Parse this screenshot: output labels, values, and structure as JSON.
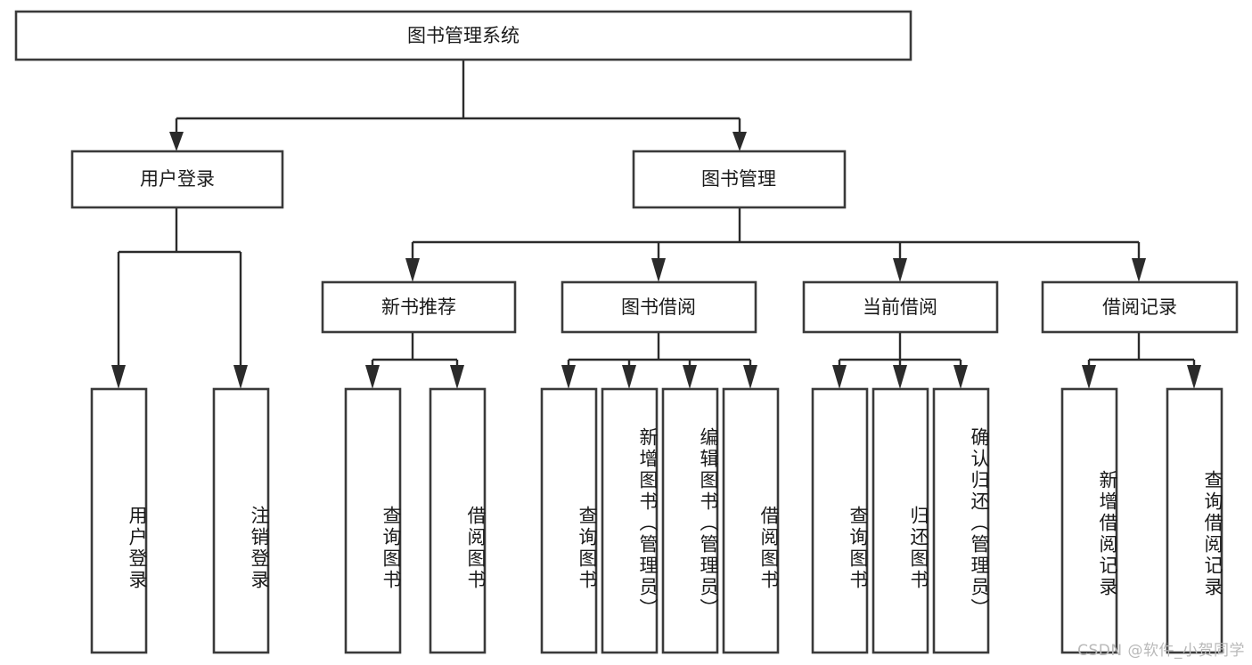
{
  "diagram": {
    "title": "图书管理系统",
    "watermark": "CSDN @软件_小贺同学",
    "type": "tree-hierarchy-diagram",
    "root": {
      "label": "图书管理系统",
      "level": 0
    },
    "level2": [
      {
        "label": "用户登录"
      },
      {
        "label": "图书管理"
      }
    ],
    "level3": [
      {
        "label": "新书推荐",
        "parent": "图书管理"
      },
      {
        "label": "图书借阅",
        "parent": "图书管理"
      },
      {
        "label": "当前借阅",
        "parent": "图书管理"
      },
      {
        "label": "借阅记录",
        "parent": "图书管理"
      }
    ],
    "leaves": {
      "user_login": [
        {
          "label": "用户登录"
        },
        {
          "label": "注销登录"
        }
      ],
      "new_book_recommend": [
        {
          "label": "查询图书"
        },
        {
          "label": "借阅图书"
        }
      ],
      "book_borrow": [
        {
          "label": "查询图书"
        },
        {
          "label": "新增图书（管理员）"
        },
        {
          "label": "编辑图书（管理员）"
        },
        {
          "label": "借阅图书"
        }
      ],
      "current_borrow": [
        {
          "label": "查询图书"
        },
        {
          "label": "归还图书"
        },
        {
          "label": "确认归还（管理员）"
        }
      ],
      "borrow_record": [
        {
          "label": "新增借阅记录"
        },
        {
          "label": "查询借阅记录"
        }
      ]
    },
    "colors": {
      "background": "#ffffff",
      "box_stroke": "#3a3a3a",
      "connector": "#2b2b2b",
      "text": "#1a1a1a",
      "watermark": "#b9b9b9"
    }
  }
}
